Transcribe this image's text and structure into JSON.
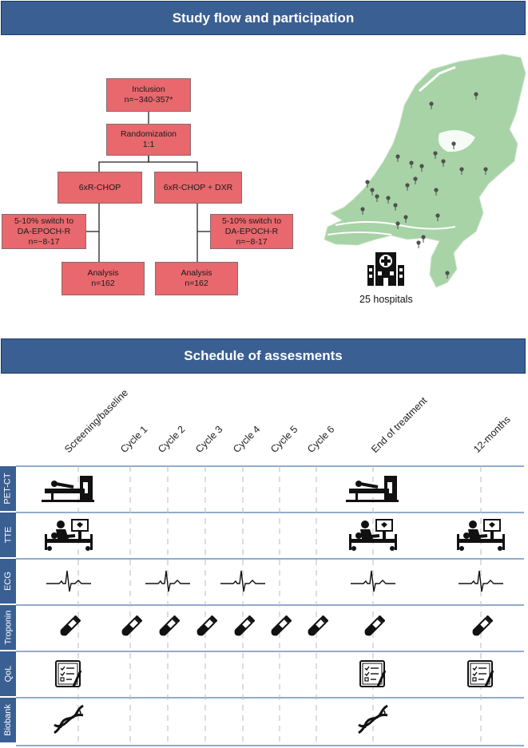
{
  "header": {
    "title": "Study flow and participation"
  },
  "flow": {
    "inclusion": {
      "line1": "Inclusion",
      "line2": "n=~340-357*"
    },
    "randomization": {
      "line1": "Randomization",
      "line2": "1:1"
    },
    "arm_a": {
      "label": "6xR-CHOP"
    },
    "arm_b": {
      "label": "6xR-CHOP + DXR"
    },
    "switch_a": {
      "line1": "5-10% switch to",
      "line2": "DA-EPOCH-R",
      "line3": "n=~8-17"
    },
    "switch_b": {
      "line1": "5-10% switch to",
      "line2": "DA-EPOCH-R",
      "line3": "n=~8-17"
    },
    "analysis_a": {
      "line1": "Analysis",
      "line2": "n=162"
    },
    "analysis_b": {
      "line1": "Analysis",
      "line2": "n=162"
    }
  },
  "map": {
    "hospitals_label": "25 hospitals"
  },
  "schedule": {
    "title": "Schedule of assesments",
    "columns": [
      "Screening/baseline",
      "Cycle 1",
      "Cycle 2",
      "Cycle 3",
      "Cycle 4",
      "Cycle 5",
      "Cycle 6",
      "End of treatment",
      "12-months"
    ],
    "rows": [
      {
        "label": "PET-CT",
        "icon": "pet-ct-scanner-icon",
        "cells": [
          1,
          0,
          0,
          0,
          0,
          0,
          0,
          1,
          0
        ]
      },
      {
        "label": "TTE",
        "icon": "echocardiography-icon",
        "cells": [
          1,
          0,
          0,
          0,
          0,
          0,
          0,
          1,
          1
        ]
      },
      {
        "label": "ECG",
        "icon": "ecg-wave-icon",
        "cells": [
          1,
          0,
          1,
          0,
          1,
          0,
          0,
          1,
          1
        ]
      },
      {
        "label": "Troponin",
        "icon": "test-tube-icon",
        "cells": [
          1,
          1,
          1,
          1,
          1,
          1,
          1,
          1,
          1
        ]
      },
      {
        "label": "QoL",
        "icon": "questionnaire-icon",
        "cells": [
          1,
          0,
          0,
          0,
          0,
          0,
          0,
          1,
          1
        ]
      },
      {
        "label": "Biobank",
        "icon": "dna-icon",
        "cells": [
          1,
          0,
          0,
          0,
          0,
          0,
          0,
          1,
          0
        ]
      }
    ]
  },
  "colors": {
    "banner": "#3a5f92",
    "box": "#e8686d",
    "map": "#a7d3a6",
    "pin": "#505050"
  }
}
